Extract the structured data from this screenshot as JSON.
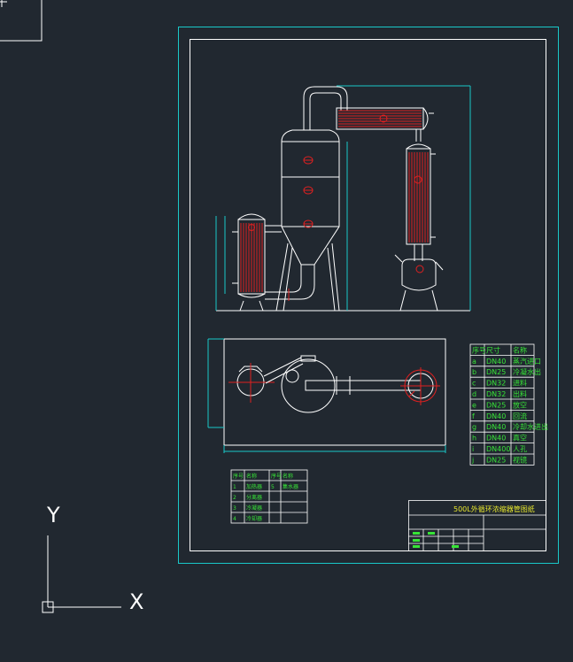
{
  "app": {
    "background": "#212830"
  },
  "colors": {
    "border": "#19c8c8",
    "line": "#ffffff",
    "pipe": "#e02020",
    "text": "#37e337",
    "title": "#e6e62d"
  },
  "title_block": {
    "title": "500L外循环浓缩器管图纸"
  },
  "nozzle_table": {
    "headers": [
      "序号",
      "尺寸",
      "名称"
    ],
    "rows": [
      [
        "a",
        "DN40",
        "蒸汽进口"
      ],
      [
        "b",
        "DN25",
        "冷凝水出"
      ],
      [
        "c",
        "DN32",
        "进料"
      ],
      [
        "d",
        "DN32",
        "出料"
      ],
      [
        "e",
        "DN25",
        "放空"
      ],
      [
        "f",
        "DN40",
        "回流"
      ],
      [
        "g",
        "DN40",
        "冷却水进出"
      ],
      [
        "h",
        "DN40",
        "真空"
      ],
      [
        "i",
        "DN400",
        "人孔"
      ],
      [
        "j",
        "DN25",
        "视镜"
      ]
    ]
  },
  "parts_table": {
    "headers": [
      "序号",
      "名称",
      "序号",
      "名称"
    ],
    "rows": [
      [
        "1",
        "加热器",
        "5",
        "集水器"
      ],
      [
        "2",
        "分离器",
        "",
        ""
      ],
      [
        "3",
        "冷凝器",
        "",
        ""
      ],
      [
        "4",
        "冷却器",
        "",
        ""
      ]
    ]
  },
  "ucs": {
    "x_label": "X",
    "y_label": "Y"
  },
  "icons": [
    "ucs-icon",
    "viewport-corner-icon"
  ]
}
